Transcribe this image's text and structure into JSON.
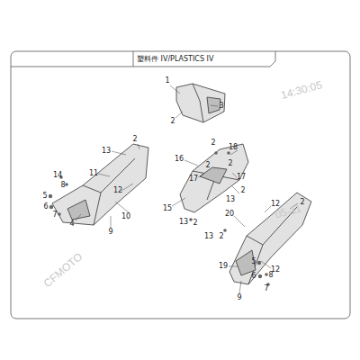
{
  "diagram": {
    "title": "塑料件 IV/PLASTICS IV",
    "labels": [
      "1",
      "2",
      "3",
      "13",
      "2",
      "11",
      "14",
      "8",
      "12",
      "5",
      "6",
      "10",
      "7",
      "4",
      "9",
      "18",
      "2",
      "16",
      "17",
      "2",
      "2",
      "17",
      "2",
      "15",
      "13",
      "2",
      "13",
      "2",
      "12",
      "20",
      "13",
      "2",
      "12",
      "19",
      "5",
      "8",
      "6",
      "7",
      "9",
      "CFMOTO",
      "14:30:05",
      "05-11"
    ]
  }
}
